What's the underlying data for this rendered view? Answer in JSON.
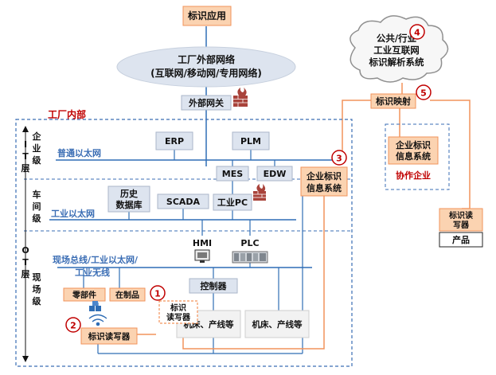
{
  "colors": {
    "node_fill": "#dde4ef",
    "node_stroke": "#aab6c9",
    "orange_fill": "#fbd3b1",
    "orange_line": "#f2935b",
    "blue_line": "#2f6db5",
    "blue_text": "#3a6db4",
    "red_text": "#c00000",
    "firewall": "#a9433b",
    "cloud_stroke": "#8f8f8f"
  },
  "diagram": {
    "top": {
      "id_app": "标识应用",
      "external_network_line1": "工厂外部网络",
      "external_network_line2": "(互联网/移动网/专用网络)",
      "external_gateway": "外部网关"
    },
    "public_cloud": {
      "line1": "公共/行业",
      "line2": "工业互联网",
      "line3": "标识解析系统",
      "badge": "4"
    },
    "id_mapping": {
      "label": "标识映射",
      "badge": "5"
    },
    "collab": {
      "box_line1": "企业标识",
      "box_line2": "信息系统",
      "caption": "协作企业"
    },
    "product_side": {
      "reader_line1": "标识读",
      "reader_line2": "写器",
      "product": "产品"
    },
    "factory": {
      "title": "工厂内部",
      "levels": {
        "enterprise": [
          "企",
          "业",
          "级"
        ],
        "workshop": [
          "车",
          "间",
          "级"
        ],
        "field": [
          "现",
          "场",
          "级"
        ]
      },
      "layers": {
        "it": [
          "I",
          "T",
          "层"
        ],
        "ot": [
          "O",
          "T",
          "层"
        ]
      },
      "networks": {
        "normal_ethernet": "普通以太网",
        "industrial_ethernet": "工业以太网",
        "field_line1": "现场总线/工业以太网/",
        "field_line2": "工业无线"
      },
      "nodes": {
        "erp": "ERP",
        "plm": "PLM",
        "mes": "MES",
        "edw": "EDW",
        "historian_line1": "历史",
        "historian_line2": "数据库",
        "scada": "SCADA",
        "industrial_pc": "工业PC",
        "hmi": "HMI",
        "plc": "PLC",
        "controller": "控制器",
        "machine1": "机床、产线等",
        "machine2": "机床、产线等"
      },
      "enterprise_id_system": {
        "line1": "企业标识",
        "line2": "信息系统",
        "badge": "3"
      },
      "field_items": {
        "parts": "零部件",
        "wip": "在制品",
        "badge1": "1",
        "reader_line1": "标识",
        "reader_line2": "读写器",
        "badge2": "2",
        "bottom_reader": "标识读写器"
      }
    }
  }
}
